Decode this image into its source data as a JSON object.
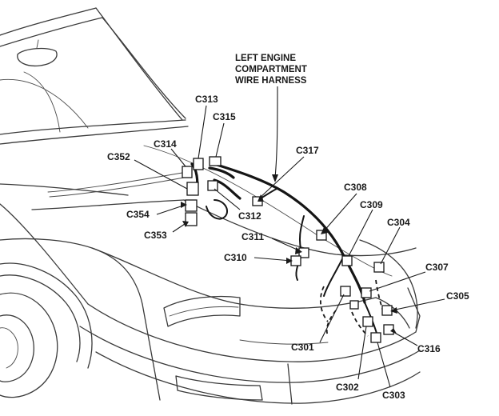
{
  "diagram": {
    "title_lines": [
      "LEFT ENGINE",
      "COMPARTMENT",
      "WIRE HARNESS"
    ],
    "labels": {
      "c313": "C313",
      "c315": "C315",
      "c314": "C314",
      "c352": "C352",
      "c317": "C317",
      "c308": "C308",
      "c309": "C309",
      "c304": "C304",
      "c354": "C354",
      "c312": "C312",
      "c353": "C353",
      "c311": "C311",
      "c310": "C310",
      "c307": "C307",
      "c305": "C305",
      "c301": "C301",
      "c316": "C316",
      "c302": "C302",
      "c303": "C303"
    }
  }
}
